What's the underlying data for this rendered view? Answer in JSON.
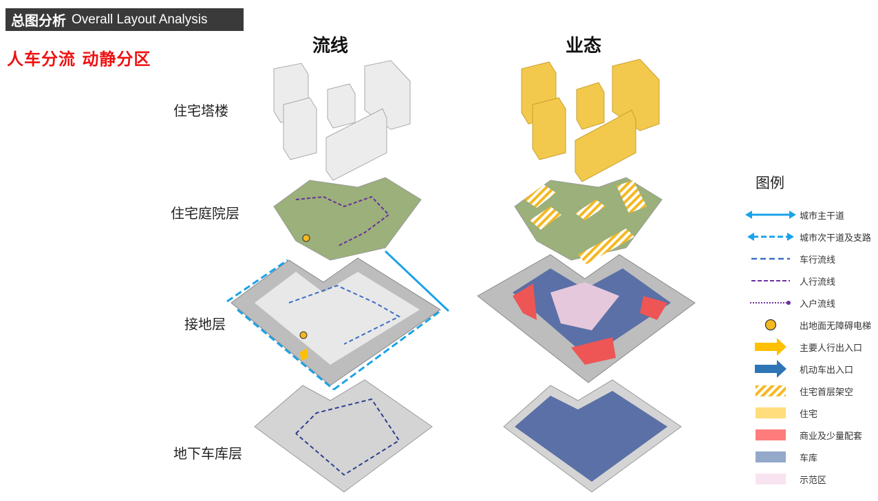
{
  "header": {
    "title_cn": "总图分析",
    "title_en": "Overall Layout Analysis"
  },
  "subtitle": "人车分流  动静分区",
  "columns": {
    "left": "流线",
    "right": "业态"
  },
  "rows": [
    "住宅塔楼",
    "住宅庭院层",
    "接地层",
    "地下车库层"
  ],
  "legend": {
    "title": "图例",
    "items": [
      {
        "icon": "double-arrow-solid",
        "label": "城市主干道",
        "color": "#1aa3e8"
      },
      {
        "icon": "double-arrow-dashed",
        "label": "城市次干道及支路",
        "color": "#1aa3e8"
      },
      {
        "icon": "dashed-line",
        "label": "车行流线",
        "color": "#3b6cc4"
      },
      {
        "icon": "dashed-line",
        "label": "人行流线",
        "color": "#6b2fa0"
      },
      {
        "icon": "dotted-line-dot",
        "label": "入户流线",
        "color": "#6b2fa0"
      },
      {
        "icon": "circle",
        "label": "出地面无障碍电梯",
        "color": "#f5b820"
      },
      {
        "icon": "arrow",
        "label": "主要人行出入口",
        "color": "#ffc000"
      },
      {
        "icon": "arrow",
        "label": "机动车出入口",
        "color": "#2e75b6"
      },
      {
        "icon": "hatch",
        "label": "住宅首层架空",
        "color": "#ffc000"
      },
      {
        "icon": "fill",
        "label": "住宅",
        "color": "#ffdc7c"
      },
      {
        "icon": "fill",
        "label": "商业及少量配套",
        "color": "#ff7c7c"
      },
      {
        "icon": "fill",
        "label": "车库",
        "color": "#94a8c9"
      },
      {
        "icon": "fill",
        "label": "示范区",
        "color": "#f8e4f0"
      }
    ]
  }
}
